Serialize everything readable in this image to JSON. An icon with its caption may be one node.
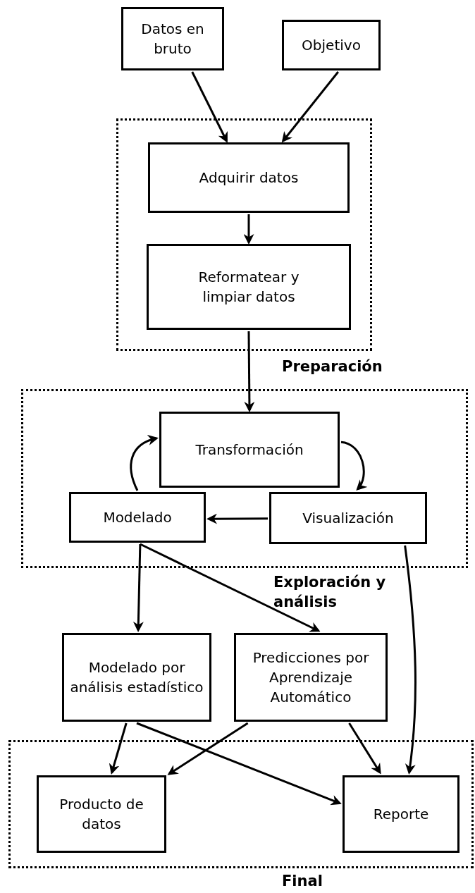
{
  "diagram": {
    "nodes": [
      {
        "text": [
          "Datos en bruto"
        ]
      },
      {
        "text": [
          "Objetivo"
        ]
      },
      {
        "text": [
          "Preparación"
        ]
      },
      {
        "text": [
          "Adquirir datos"
        ],
        "in": 2
      },
      {
        "text": [
          "Reformatear y limpiar datos"
        ],
        "in": 2
      },
      {
        "text": [
          "Exploración y análisis"
        ]
      },
      {
        "text": [
          "Transformación"
        ],
        "in": 5
      },
      {
        "text": [
          "Modelado"
        ],
        "in": 5
      },
      {
        "text": [
          "Visualización"
        ],
        "in": 5
      },
      {
        "text": [
          "Modelado por análisis estadístico"
        ]
      },
      {
        "text": [
          "Predicciones por Aprendizaje Automático"
        ]
      },
      {
        "text": [
          "Final"
        ]
      },
      {
        "text": [
          "Producto de datos"
        ],
        "in": 11
      },
      {
        "text": [
          "Reporte"
        ],
        "in": 11
      }
    ],
    "edges": [
      {
        "from": 0,
        "to": 3,
        "arrow": "to"
      },
      {
        "from": 1,
        "to": 3,
        "arrow": "to"
      },
      {
        "from": 3,
        "to": 4,
        "arrow": "to"
      },
      {
        "from": 4,
        "to": 6,
        "arrow": "to"
      },
      {
        "from": 6,
        "to": 8,
        "arrow": "to"
      },
      {
        "from": 7,
        "to": 6,
        "arrow": "to"
      },
      {
        "from": 8,
        "to": 7,
        "arrow": "to"
      },
      {
        "from": 7,
        "to": 9,
        "arrow": "to"
      },
      {
        "from": 7,
        "to": 10,
        "arrow": "to"
      },
      {
        "from": 8,
        "to": 13,
        "arrow": "to"
      },
      {
        "from": 9,
        "to": 12,
        "arrow": "to"
      },
      {
        "from": 9,
        "to": 13,
        "arrow": "to"
      },
      {
        "from": 10,
        "to": 12,
        "arrow": "to"
      },
      {
        "from": 10,
        "to": 13,
        "arrow": "to"
      }
    ]
  }
}
